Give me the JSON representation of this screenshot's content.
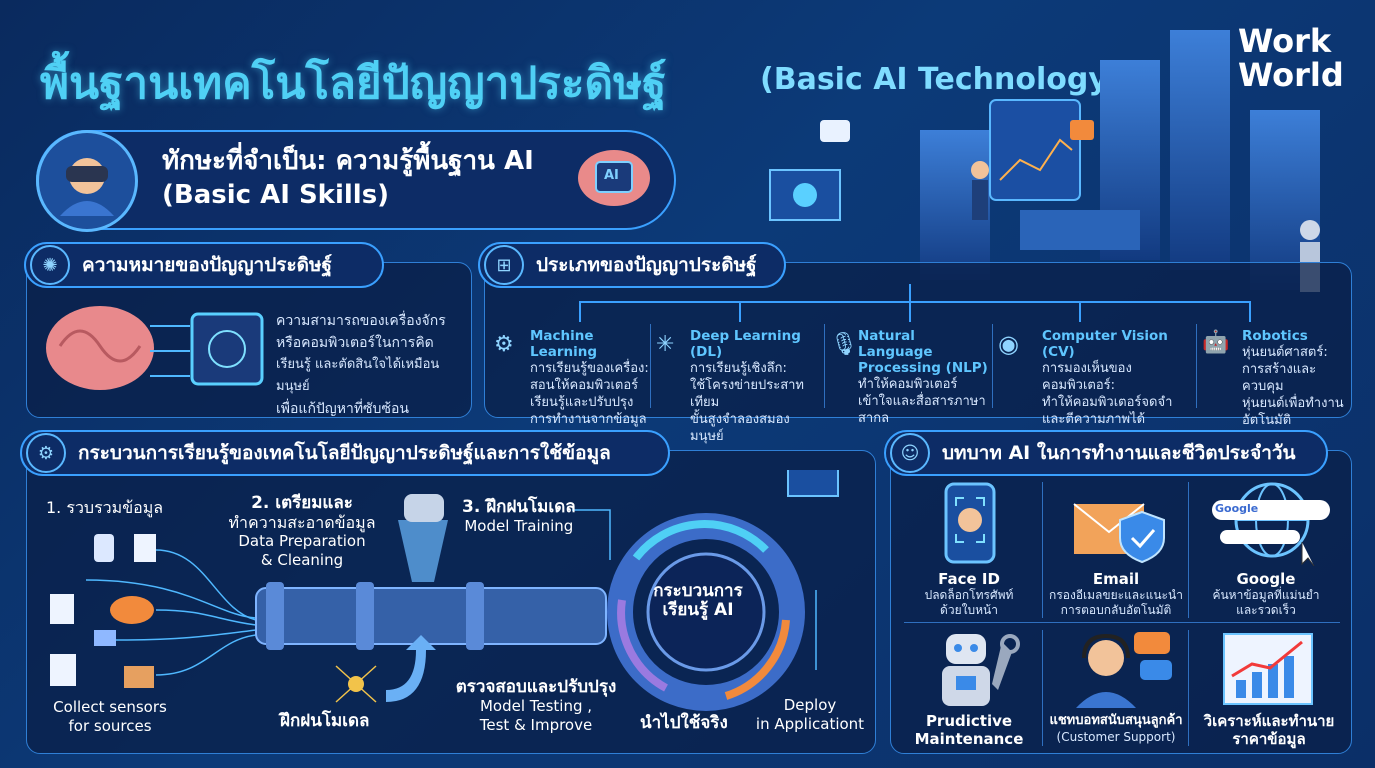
{
  "header": {
    "title_th": "พื้นฐานเทคโนโลยีปัญญาประดิษฐ์",
    "title_en": "(Basic AI Technology)",
    "brand_line1": "Work",
    "brand_line2": "World"
  },
  "skill": {
    "title_line1": "ทักษะที่จำเป็น: ความรู้พื้นฐาน AI",
    "title_line2": "(Basic AI Skills)",
    "chip_label": "AI"
  },
  "meaning": {
    "heading": "ความหมายของปัญญาประดิษฐ์",
    "lines": [
      "ความสามารถของเครื่องจักร",
      "หรือคอมพิวเตอร์ในการคิด",
      "เรียนรู้ และตัดสินใจได้เหมือนมนุษย์",
      "เพื่อแก้ปัญหาที่ซับซ้อน"
    ]
  },
  "types": {
    "heading": "ประเภทของปัญญาประดิษฐ์",
    "items": [
      {
        "name": "Machine Learning",
        "desc": [
          "การเรียนรู้ของเครื่อง:",
          "สอนให้คอมพิวเตอร์",
          "เรียนรู้และปรับปรุง",
          "การทำงานจากข้อมูล"
        ]
      },
      {
        "name": "Deep Learning (DL)",
        "desc": [
          "การเรียนรู้เชิงลึก:",
          "ใช้โครงข่ายประสาทเทียม",
          "ขั้นสูงจำลองสมองมนุษย์"
        ]
      },
      {
        "name": "Natural Language Processing (NLP)",
        "desc": [
          "ทำให้คอมพิวเตอร์",
          "เข้าใจและสื่อสารภาษาสากล"
        ]
      },
      {
        "name": "Computer Vision (CV)",
        "desc": [
          "การมองเห็นของคอมพิวเตอร์:",
          "ทำให้คอมพิวเตอร์จดจำ",
          "และตีความภาพได้"
        ]
      },
      {
        "name": "Robotics",
        "desc": [
          "หุ่นยนต์ศาสตร์:",
          "การสร้างและควบคุม",
          "หุ่นยนต์เพื่อทำงาน",
          "อัตโนมัติ"
        ]
      }
    ]
  },
  "process": {
    "heading": "กระบวนการเรียนรู้ของเทคโนโลยีปัญญาประดิษฐ์และการใช้ข้อมูล",
    "step1_th": "1. รวบรวมข้อมูล",
    "step1_en_1": "Collect sensors",
    "step1_en_2": "for sources",
    "step2_th_1": "2. เตรียมและ",
    "step2_th_2": "ทำความสะอาดข้อมูล",
    "step2_en_1": "Data Preparation",
    "step2_en_2": "& Cleaning",
    "step3_th": "3. ฝึกฝนโมเดล",
    "step3_en": "Model Training",
    "train_label": "ฝึกฝนโมเดล",
    "test_th": "ตรวจสอบและปรับปรุง",
    "test_en_1": "Model Testing ,",
    "test_en_2": "Test & Improve",
    "cycle_1": "กระบวนการ",
    "cycle_2": "เรียนรู้ AI",
    "apply_th": "นำไปใช้จริง",
    "deploy_1": "Deploy",
    "deploy_2": "in Applicationt"
  },
  "roles": {
    "heading": "บทบาท AI ในการทำงานและชีวิตประจำวัน",
    "search_label": "Google",
    "items": [
      {
        "name": "Face ID",
        "desc": [
          "ปลดล็อกโทรศัพท์",
          "ด้วยใบหน้า"
        ]
      },
      {
        "name": "Email",
        "desc": [
          "กรองอีเมลขยะและแนะนำ",
          "การตอบกลับอัตโนมัติ"
        ]
      },
      {
        "name": "Google",
        "desc": [
          "ค้นหาข้อมูลที่แม่นยำ",
          "และรวดเร็ว"
        ]
      },
      {
        "name": "Prudictive Maintenance",
        "desc": []
      },
      {
        "name": "แชทบอทสนับสนุนลูกค้า",
        "desc": [
          "(Customer Support)"
        ]
      },
      {
        "name": "วิเคราะห์และทำนาย ราคาข้อมูล",
        "desc": []
      }
    ]
  },
  "colors": {
    "accent": "#4fd0f5",
    "border": "#2f7fd6",
    "panel": "#0a1e46",
    "orange": "#f28a3c"
  }
}
